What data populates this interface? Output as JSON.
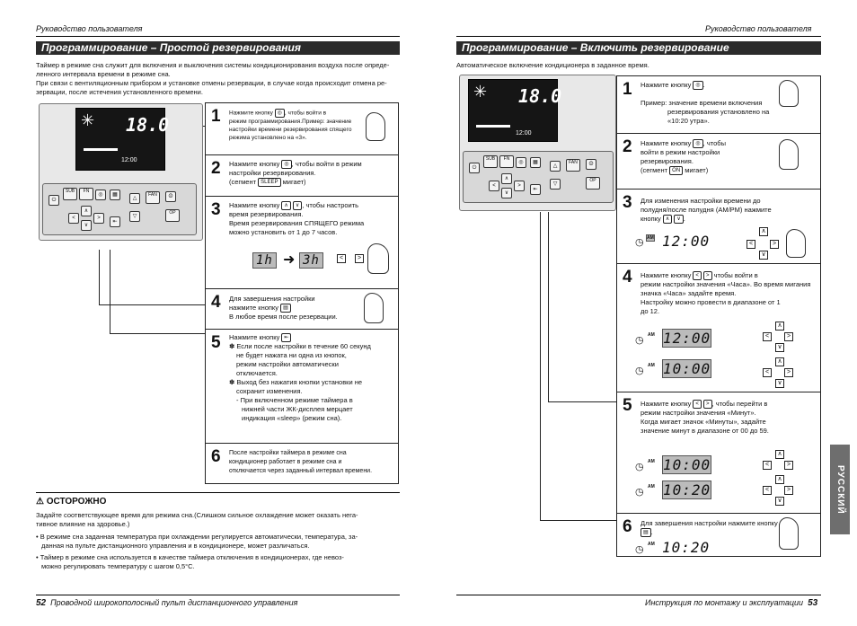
{
  "header": {
    "left": "Руководство пользователя",
    "right": "Руководство пользователя"
  },
  "left": {
    "title": "Программирование – Простой резервирования",
    "intro1": "Таймер в режиме сна служит для включения и выключения системы кондиционирования воздуха после опреде-",
    "intro2": "ленного интервала времени в режиме сна.",
    "intro3": "При связи с вентиляционным прибором и установке отмены резервации, в случае когда происходит отмена ре-",
    "intro4": "зервации, после истечения установленного времени.",
    "device": {
      "temp": "18.0",
      "time": "12:00"
    },
    "steps": [
      {
        "n": "1",
        "l1": "Нажмите кнопку",
        "l1b": ", чтобы войти в",
        "l2": "режим программирования.Пример: значение",
        "l3": "настройки времени резервирования спящего",
        "l4": "режима установлено на «3»."
      },
      {
        "n": "2",
        "l1": "Нажмите кнопку",
        "l1b": ", чтобы войти в режим",
        "l2": "настройки резервирования.",
        "l3a": "(сегмент",
        "key": "SLEEP",
        "l3b": "мигает)"
      },
      {
        "n": "3",
        "l1": "Нажмите кнопку",
        "l1b": ", чтобы настроить",
        "l2": "время резервирования.",
        "l3": "Время резервирования СПЯЩЕГО режима",
        "l4": "можно установить от 1 до 7 часов.",
        "from": "1h",
        "to": "3h"
      },
      {
        "n": "4",
        "l1": "Для завершения настройки",
        "l2": "нажмите кнопку",
        "l3": "В любое время после резервации."
      },
      {
        "n": "5",
        "l1": "Нажмите кнопку",
        "l2": "✽ Если после настройки в течение 60 секунд",
        "l3": "не будет нажата ни одна из кнопок,",
        "l4": "режим настройки автоматически",
        "l5": "отключается.",
        "l6": "✽ Выход без нажатия кнопки установки не",
        "l7": "сохранит изменения.",
        "l8": "- При включенном режиме таймера в",
        "l9": "нижней части ЖК-дисплея мерцает",
        "l10": "индикация «sleep» (режим сна)."
      },
      {
        "n": "6",
        "l1": "После настройки таймера в режиме сна",
        "l2": "кондиционер работает в режиме сна и",
        "l3": "отключается через заданный интервал времени."
      }
    ],
    "caution": {
      "title": "ОСТОРОЖНО",
      "c1": "Задайте соответствующее время для режима сна.(Слишком сильное охлаждение может оказать нега-",
      "c2": "тивное влияние на здоровье.)",
      "c3": "• В режиме сна заданная температура при охлаждении регулируется автоматически, температура, за-",
      "c4": "данная на пульте дистанционного управления и в кондиционере, может различаться.",
      "c5": "• Таймер в режиме сна используется в качестве таймера отключения в кондиционерах, где невоз-",
      "c6": "можно регулировать температуру с шагом 0,5°C."
    },
    "footer_num": "52",
    "footer_text": "Проводной широкополосный пульт дистанционного управления"
  },
  "right": {
    "title": "Программирование – Включить резервирование",
    "intro": "Автоматическое включение кондиционера в заданное время.",
    "device": {
      "temp": "18.0",
      "time": "12:00"
    },
    "steps": [
      {
        "n": "1",
        "l1": "Нажмите кнопку",
        "l2": "Пример: значение времени включения",
        "l3": "резервирования установлено на",
        "l4": "«10:20 утра»."
      },
      {
        "n": "2",
        "l1": "Нажмите кнопку",
        "l1b": ", чтобы",
        "l2": "войти в режим настройки",
        "l3": "резервирования.",
        "l4a": "(сегмент",
        "key": "ON",
        "l4b": "мигает)"
      },
      {
        "n": "3",
        "l1": "Для изменения настройки времени до",
        "l2": "полудня/после полудня (AM/PM) нажмите",
        "l3": "кнопку",
        "disp": "12:00"
      },
      {
        "n": "4",
        "l1": "Нажмите кнопку",
        "l1b": "чтобы войти в",
        "l2": "режим настройки значения «Часа». Во время мигания",
        "l3": "значка «Часа» задайте время.",
        "l4": "Настройку можно провести в диапазоне от 1",
        "l5": "до 12.",
        "disp1": "12:00",
        "disp2": "10:00"
      },
      {
        "n": "5",
        "l1": "Нажмите кнопку",
        "l1b": ", чтобы перейти в",
        "l2": "режим настройки значения «Минут».",
        "l3": "Когда мигает значок «Минуты», задайте",
        "l4": "значение минут в диапазоне от 00 до 59.",
        "disp1": "10:00",
        "disp2": "10:20"
      },
      {
        "n": "6",
        "l1": "Для завершения настройки нажмите кнопку",
        "disp": "10:20"
      }
    ],
    "am": "AM",
    "tab": "РУССКИЙ",
    "footer_num": "53",
    "footer_text": "Инструкция по монтажу и эксплуатации"
  }
}
